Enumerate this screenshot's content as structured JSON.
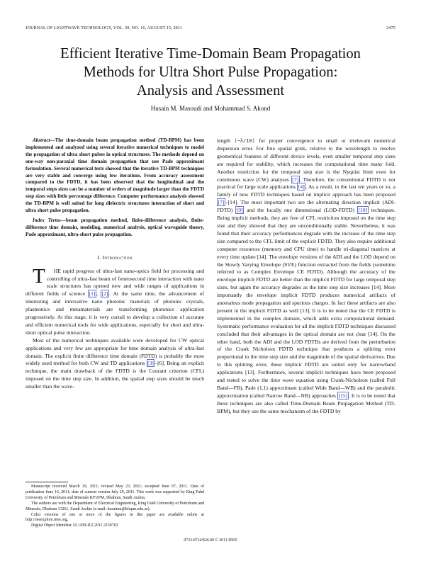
{
  "header": {
    "journal": "JOURNAL OF LIGHTWAVE TECHNOLOGY, VOL. 29, NO. 16, AUGUST 15, 2011",
    "page": "2475"
  },
  "paper": {
    "title_line1": "Efficient Iterative Time-Domain Beam Propagation",
    "title_line2": "Methods for Ultra Short Pulse Propagation:",
    "title_line3": "Analysis and Assessment",
    "authors": "Husain M. Masoudi and Mohammad S. Akond"
  },
  "abstract": {
    "lead": "Abstract",
    "text": "—The time-domain beam propagation method (TD-BPM) has been implemented and analyzed using several iterative numerical techniques to model the propagation of ultra short pulses in optical structures. The methods depend on one-way non-paraxial time domain propagation that use Pade approximant formulation. Several numerical tests showed that the iterative TD-BPM techniques are very stable and converge using few iterations. From accuracy assessment compared to the FDTD, it has been observed that the longitudinal and the temporal steps sizes can be a number of orders of magnitude larger than the FDTD step sizes with little percentage difference. Computer performance analysis showed the TD-BPM is well suited for long dielectric structures interaction of short and ultra short pulse propagation."
  },
  "index_terms": {
    "lead": "Index Terms",
    "text": "—beam propagation method, finite-difference analysis, finite-difference time domain, modeling, numerical analysis, optical waveguide theory, Pade approximant, ultra-short pulse propagation."
  },
  "section": {
    "number": "I.",
    "title": "Introduction"
  },
  "left_col": {
    "dropcap": "T",
    "p1_a": "HE rapid progress of ultra-fast nano-optics field for processing and controlling of ultra-fast beam of femtosecond time interaction with nano scale structures has opened new and wide ranges of applications in different fields of science ",
    "cite1": "[1]",
    "p1_b": ", ",
    "cite2": "[2]",
    "p1_c": ". At the same time, the advancement of interesting and innovative nano photonic materials of photonic crystals, plasmonics and metamaterials are transforming photonics application progressively. At this stage, it is very curtail to develop a collection of accurate and efficient numerical tools for wide applications, especially for short and ultra-short optical pulse interaction.",
    "p2_a": "Most of the numerical techniques available were developed for CW optical applications and very few are appropriate for time domain analysis of ultra-fast domain. The explicit finite difference time domain (FDTD) is probably the most widely used method for both CW and TD applications ",
    "cite3": "[3]",
    "p2_b": "–[6]. Being an explicit technique, the main drawback of the FDTD is the Courant criterion (CFL) imposed on the time step size. In addition, the spatial step sizes should be much smaller than the wave-"
  },
  "right_col": {
    "p1_a": "length ",
    "p1_eq": "(~λ/10)",
    "p1_b": " for proper convergence to small or irrelevant numerical dispersion error. For fine spatial grids, relative to the wavelength to resolve geometrical features of different device levels, even smaller temporal step sizes are required for stability, which increases the computational time many fold. Another restriction for the temporal step size is the Nyquist limit even for continuous wave (CW) analyses ",
    "cite7": "[7]",
    "p1_c": ". Therefore, the conventional FDTD is not practical for large scale applications ",
    "cite4": "[4]",
    "p1_d": ". As a result, in the last ten years or so, a family of new FDTD techniques based on implicit approach has been proposed ",
    "cite7b": "[7]",
    "p1_e": "–[14]. The most important two are the alternating direction implicit (ADI-FDTD) ",
    "cite9": "[9]",
    "p1_f": " and the locally one dimensional (LOD-FDTD) ",
    "cite10": "[10]",
    "p1_g": " techniques. Being implicit methods, they are free of CFL restriction imposed on the time step size and they showed that they are unconditionally stable. Nevertheless, it was found that their accuracy performances degrade with the increase of the time step size compared to the CFL limit of the explicit FDTD. They also require additional computer resources (memory and CPU time) to handle tri-diagonal matrices at every time update [14]. The envelope versions of the ADI and the LOD depend on the Slowly Varying Envelope (SVE) function extracted from the fields (sometime referred to as Complex Envelope CE FDTD). Although the accuracy of the envelope implicit FDTD are better than the implicit FDTD for large temporal step sizes, but again the accuracy degrades as the time step size increases [14]. More importantly the envelope implicit FDTD produces numerical artifacts of anomalous mode propagation and spurious charges. In fact these artifacts are also present in the implicit FDTD as well [13]. It is to be noted that the CE FDTD is implemented in the complex domain, which adds extra computational demand. Systematic performance evaluation for all the implicit FDTD techniques discussed concluded that their advantages in the optical domain are not clear [14]. On the other hand, both the ADI and the LOD FDTDs are derived from the perturbation of the Crank Nicholson FDTD technique that produces a splitting error proportional to the time step size and the magnitude of the spatial derivatives. Due to this splitting error, these implicit FDTD are suited only for narrowband applications [13]. Furthermore, several implicit techniques have been proposed and tested to solve the time wave equation using Crank-Nicholson (called Full Band—FB), Pade (1,1) approximant (called Wide Band—WB) and the parabolic approximation (called Narrow Band—NB) approaches ",
    "cite15": "[15]",
    "p1_h": ". It is to be noted that these techniques are also called Time-Domain Beam Propagation Method (TD-BPM), but they use the same mechanism of the FDTD by"
  },
  "footnotes": {
    "f1": "Manuscript received March 19, 2011; revised May 23, 2011; accepted June 07, 2011. Date of publication June 16, 2011; date of current version July 29, 2011. This work was supported by King Fahd University of Petroleum and Minerals KFUPM, Dhahran, Saudi Arabia.",
    "f2": "The authors are with the Department of Electrical Engineering, King Fahd University of Petroleum and Minerals, Dhahran 31261, Saudi Arabia (e-mail: husainm@kfupm.edu.sa).",
    "f3": "Color versions of one or more of the figures in this paper are available online at http://ieeexplore.ieee.org.",
    "f4": "Digital Object Identifier 10.1109/JLT.2011.2159703"
  },
  "footer": {
    "text": "0733-8724/$26.00 © 2011 IEEE"
  }
}
